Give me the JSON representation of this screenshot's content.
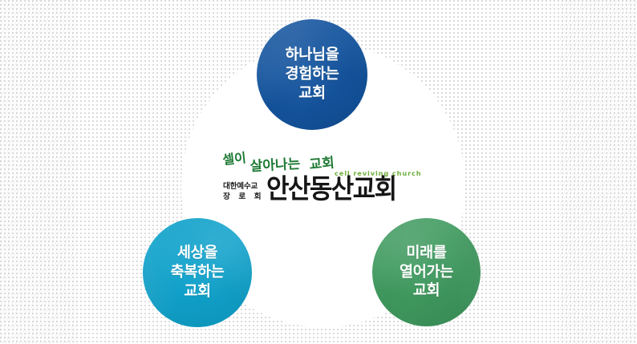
{
  "page": {
    "title": "안산동산교회 비전 3원 그래픽",
    "background_color": "#ffffff",
    "dot_color": "#d8d8da"
  },
  "vision_circles": [
    {
      "id": "experience-god",
      "position": "top",
      "color": "#14549e",
      "lines": [
        "하나님을",
        "경험하는",
        "교회"
      ]
    },
    {
      "id": "bless-the-world",
      "position": "bottom-left",
      "color": "#10a2cb",
      "lines": [
        "세상을",
        "축복하는",
        "교회"
      ]
    },
    {
      "id": "open-the-future",
      "position": "bottom-right",
      "color": "#3f9a5f",
      "lines": [
        "미래를",
        "열어가는",
        "교회"
      ]
    }
  ],
  "logo": {
    "script_slogan": "셀이 살아나는 교회",
    "script_color": "#1f7a35",
    "tagline": "cell reviving church",
    "tagline_color": "#6fae3c",
    "denomination_line1": "대한예수교",
    "denomination_line2": "장 로 회",
    "church_name": "안산동산교회",
    "name_color": "#161616"
  }
}
